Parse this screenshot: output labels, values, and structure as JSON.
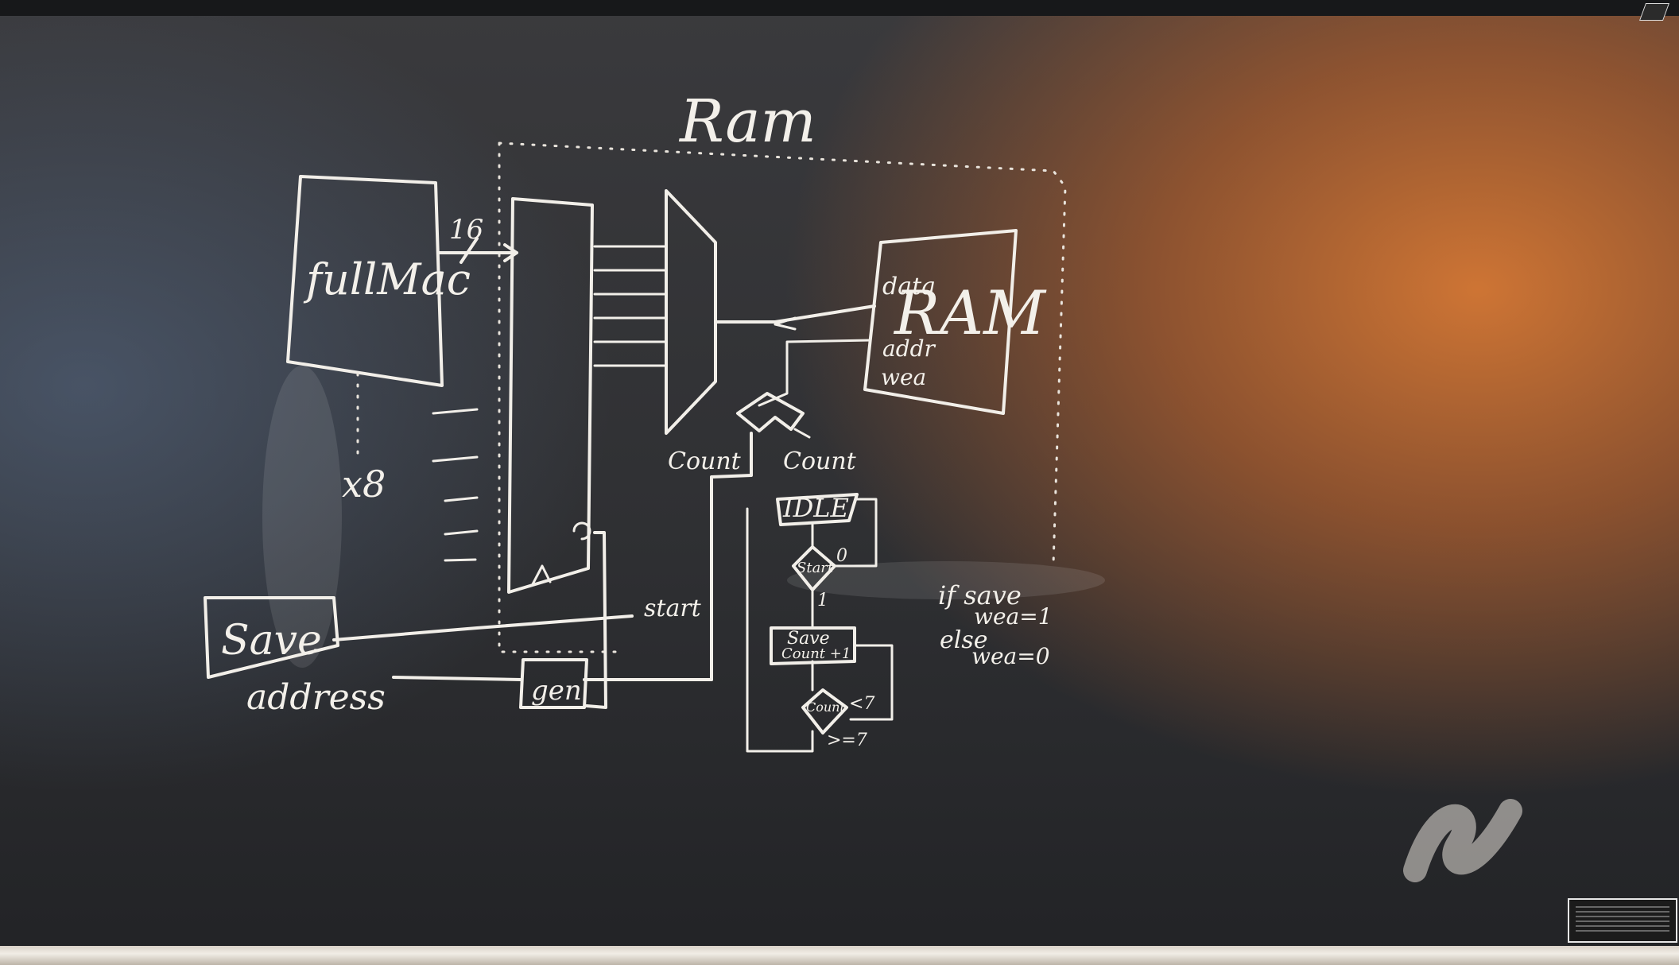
{
  "board": {
    "title": "Ram",
    "blocks": {
      "fullmac": "fullMac",
      "bus_width": "16",
      "repeat": "x8",
      "ram_block": "RAM",
      "ram_port_data": "data",
      "ram_port_addr": "addr",
      "ram_port_wea": "wea",
      "counter_label_1": "Count",
      "counter_label_2": "Count",
      "save_block": "Save",
      "address_label": "address",
      "start_label": "start",
      "gen_block": "gen"
    },
    "fsm": {
      "idle": "IDLE",
      "start": "Start",
      "zero": "0",
      "one": "1",
      "save": "Save",
      "count_plus": "Count +1",
      "count_check": "Count",
      "less": "<7",
      "geq": ">=7"
    },
    "notes": {
      "line1": "if save",
      "line2": "wea=1",
      "line3": "else",
      "line4": "wea=0"
    }
  }
}
